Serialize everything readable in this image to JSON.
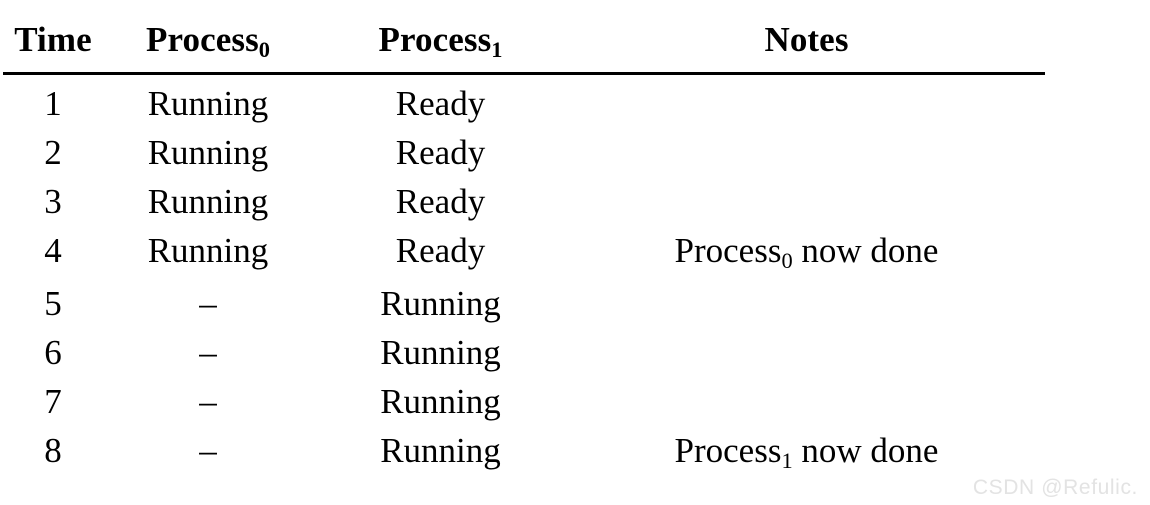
{
  "table": {
    "columns": [
      {
        "key": "time",
        "label": "Time",
        "sub": ""
      },
      {
        "key": "p0",
        "label": "Process",
        "sub": "0"
      },
      {
        "key": "p1",
        "label": "Process",
        "sub": "1"
      },
      {
        "key": "notes",
        "label": "Notes",
        "sub": ""
      }
    ],
    "rows": [
      {
        "time": "1",
        "p0": "Running",
        "p1": "Ready",
        "notes": "",
        "notes_sub": ""
      },
      {
        "time": "2",
        "p0": "Running",
        "p1": "Ready",
        "notes": "",
        "notes_sub": ""
      },
      {
        "time": "3",
        "p0": "Running",
        "p1": "Ready",
        "notes": "",
        "notes_sub": ""
      },
      {
        "time": "4",
        "p0": "Running",
        "p1": "Ready",
        "notes": "Process",
        "notes_sub": "0",
        "notes_tail": " now done"
      },
      {
        "time": "5",
        "p0": "–",
        "p1": "Running",
        "notes": "",
        "notes_sub": ""
      },
      {
        "time": "6",
        "p0": "–",
        "p1": "Running",
        "notes": "",
        "notes_sub": ""
      },
      {
        "time": "7",
        "p0": "–",
        "p1": "Running",
        "notes": "",
        "notes_sub": ""
      },
      {
        "time": "8",
        "p0": "–",
        "p1": "Running",
        "notes": "Process",
        "notes_sub": "1",
        "notes_tail": " now done"
      }
    ]
  },
  "watermark": {
    "text": "CSDN @Refulic.",
    "color": "#e3e3e3"
  },
  "colors": {
    "background": "#ffffff",
    "text": "#000000",
    "rule": "#000000"
  }
}
